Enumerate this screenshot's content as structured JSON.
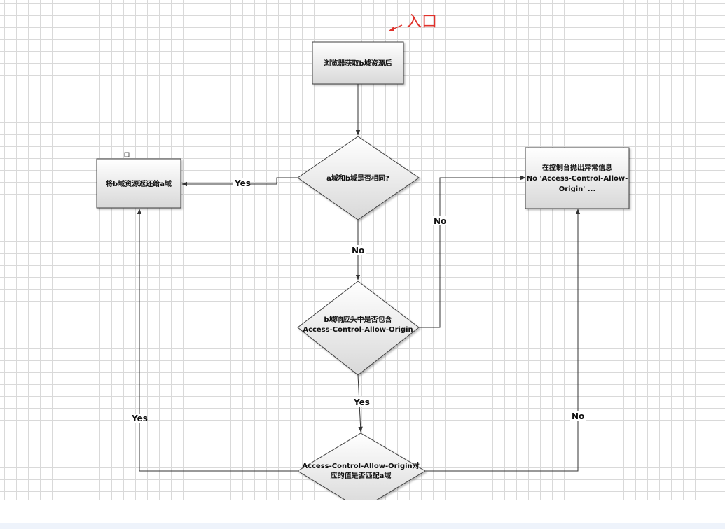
{
  "entry": {
    "label": "入口",
    "color": "#e0312b"
  },
  "nodes": {
    "start": "浏览器获取b域资源后",
    "return": "将b域资源返还给a域",
    "error_line1": "在控制台抛出异常信息",
    "error_line2": "No 'Access-Control-Allow-",
    "error_line3": "Origin' ...",
    "same_domain": "a域和b域是否相同?",
    "has_header_line1": "b域响应头中是否包含",
    "has_header_line2": "Access-Control-Allow-Origin",
    "match_line1": "Access-Control-Allow-Origin对",
    "match_line2": "应的值是否匹配a域"
  },
  "edges": {
    "same_yes": "Yes",
    "same_no": "No",
    "header_no": "No",
    "header_yes": "Yes",
    "match_yes": "Yes",
    "match_no": "No"
  },
  "colors": {
    "box_top": "#ffffff",
    "box_bottom": "#dcdcdc",
    "stroke": "#404040",
    "grid": "#d9d9d9"
  }
}
